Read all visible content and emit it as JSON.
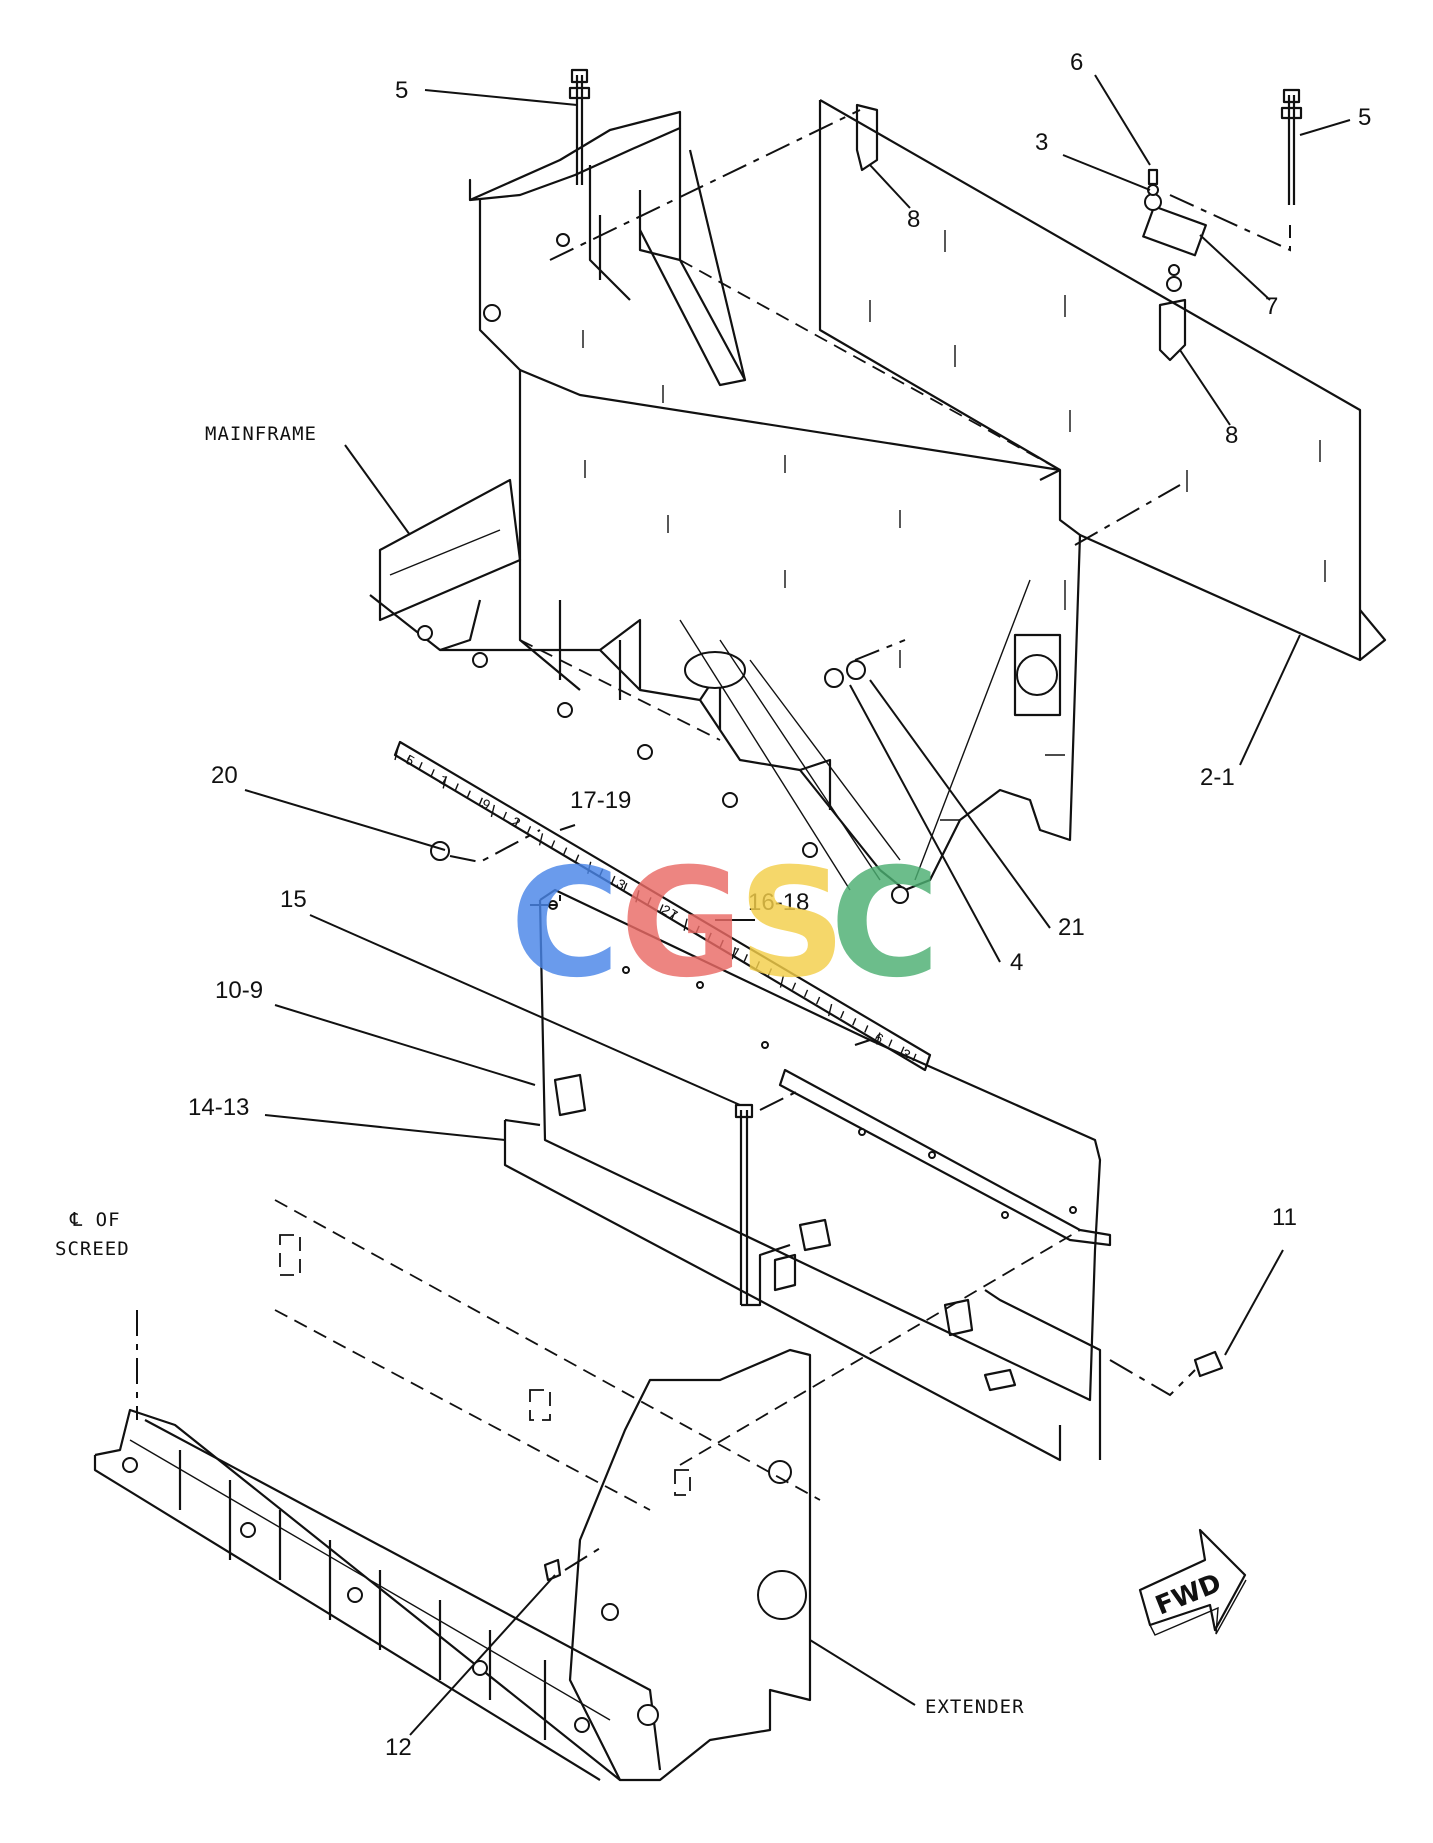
{
  "callouts": [
    {
      "id": "c1",
      "text": "5"
    },
    {
      "id": "c2",
      "text": "6"
    },
    {
      "id": "c3",
      "text": "5"
    },
    {
      "id": "c4",
      "text": "3"
    },
    {
      "id": "c5",
      "text": "8"
    },
    {
      "id": "c6",
      "text": "7"
    },
    {
      "id": "c7",
      "text": "8"
    },
    {
      "id": "c8",
      "text": "2-1"
    },
    {
      "id": "c9",
      "text": "20"
    },
    {
      "id": "c10",
      "text": "17-19"
    },
    {
      "id": "c11",
      "text": "16-18"
    },
    {
      "id": "c12",
      "text": "15"
    },
    {
      "id": "c13",
      "text": "10-9"
    },
    {
      "id": "c14",
      "text": "14-13"
    },
    {
      "id": "c15",
      "text": "4"
    },
    {
      "id": "c16",
      "text": "21"
    },
    {
      "id": "c17",
      "text": "11"
    },
    {
      "id": "c18",
      "text": "12"
    }
  ],
  "labels": {
    "mainframe": "MAINFRAME",
    "extender": "EXTENDER",
    "centerline_1": "℄ OF",
    "centerline_2": "SCREED",
    "fwd": "FWD"
  },
  "watermark": {
    "letters": [
      "C",
      "G",
      "S",
      "C"
    ],
    "colors": [
      "#4a86e8",
      "#ea6b66",
      "#f4cf4a",
      "#4caf72"
    ]
  },
  "scale_ruler": {
    "marks": [
      "5",
      "1",
      "9",
      "2",
      "3",
      "27",
      "1",
      "6",
      "3"
    ]
  }
}
